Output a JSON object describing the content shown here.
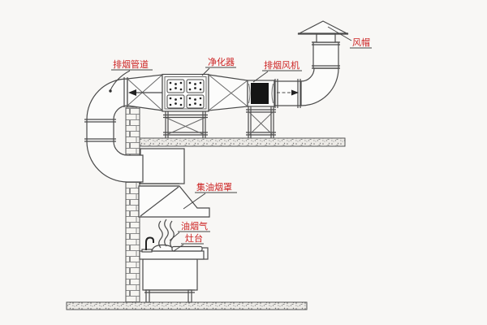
{
  "labels": {
    "exhaust_duct": {
      "text": "排烟管道"
    },
    "purifier": {
      "text": "净化器"
    },
    "exhaust_fan": {
      "text": "排烟风机"
    },
    "wind_cap": {
      "text": "风帽"
    },
    "collection_hood": {
      "text": "集油烟罩"
    },
    "oil_smoke": {
      "text": "油烟气"
    },
    "stove": {
      "text": "灶台"
    }
  },
  "colors": {
    "label_text": "#cc2222",
    "line": "#4a4a4a",
    "fan_fill": "#151515",
    "background": "#f8f7f5",
    "slab_fill": "#eceae6",
    "brick_joint": "#8a8a8a"
  }
}
